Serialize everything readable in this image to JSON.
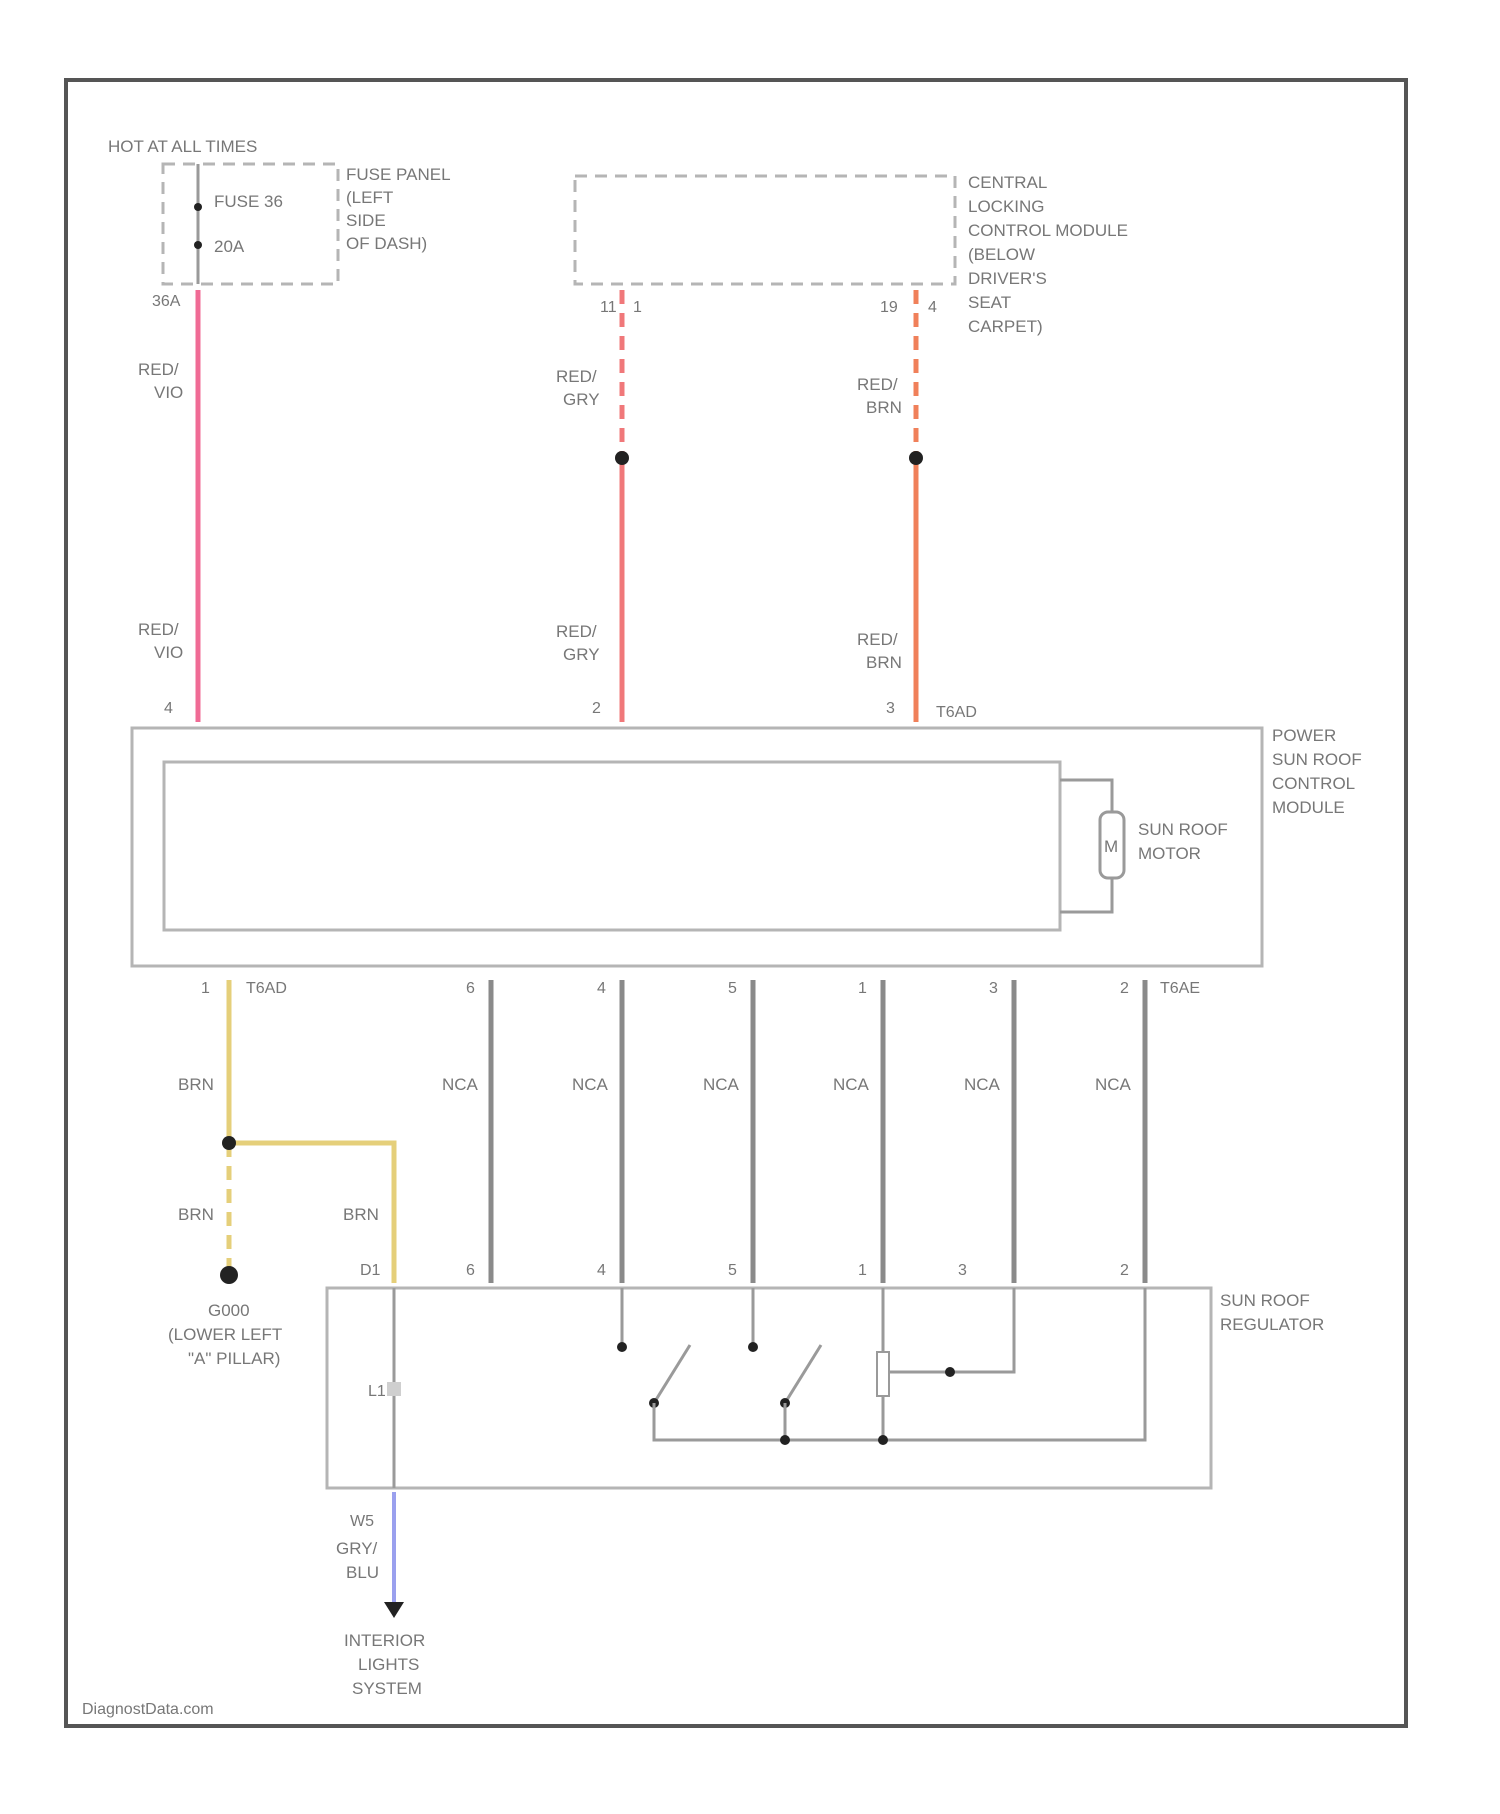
{
  "colors": {
    "red_vio": "#f06b95",
    "red_gry": "#f0787a",
    "red_brn": "#f0805a",
    "brn": "#e5cf7a",
    "gry_blu": "#9aa0ee",
    "nca": "#8a8a8a",
    "component_outline": "#b5b5b5",
    "frame": "#555555"
  },
  "fuse_panel": {
    "hot_label": "HOT AT ALL TIMES",
    "fuse_name": "FUSE 36",
    "fuse_rating": "20A",
    "panel_line1": "FUSE PANEL",
    "panel_line2": "(LEFT",
    "panel_line3": "SIDE",
    "panel_line4": "OF DASH)",
    "terminal": "36A"
  },
  "central_locking": {
    "line1": "CENTRAL",
    "line2": "LOCKING",
    "line3": "CONTROL MODULE",
    "line4": "(BELOW",
    "line5": "DRIVER'S",
    "line6": "SEAT",
    "line7": "CARPET)",
    "pin_a1": "11",
    "pin_a2": "1",
    "pin_b1": "19",
    "pin_b2": "4"
  },
  "wires_top": {
    "w1_upper_1": "RED/",
    "w1_upper_2": "VIO",
    "w1_lower_1": "RED/",
    "w1_lower_2": "VIO",
    "w2_upper_1": "RED/",
    "w2_upper_2": "GRY",
    "w2_lower_1": "RED/",
    "w2_lower_2": "GRY",
    "w3_upper_1": "RED/",
    "w3_upper_2": "BRN",
    "w3_lower_1": "RED/",
    "w3_lower_2": "BRN",
    "pin_w1": "4",
    "pin_w2": "2",
    "pin_w3": "3",
    "trans_top": "T6AD"
  },
  "control_module": {
    "line1": "POWER",
    "line2": "SUN ROOF",
    "line3": "CONTROL",
    "line4": "MODULE",
    "motor_symbol": "M",
    "motor_line1": "SUN ROOF",
    "motor_line2": "MOTOR"
  },
  "bottom_pins": {
    "brn_pin": "1",
    "trans_left": "T6AD",
    "trans_right": "T6AE",
    "pins": [
      "6",
      "4",
      "5",
      "1",
      "3",
      "2"
    ],
    "nca_label": "NCA"
  },
  "ground": {
    "brn_upper": "BRN",
    "brn_lower": "BRN",
    "brn_right": "BRN",
    "line1": "G000",
    "line2": "(LOWER LEFT",
    "line3": "\"A\" PILLAR)"
  },
  "regulator": {
    "line1": "SUN ROOF",
    "line2": "REGULATOR",
    "pin_left": "D1",
    "lamp_label": "L1",
    "bottom_terminal": "W5",
    "wire_1": "GRY/",
    "wire_2": "BLU"
  },
  "exterior_lights": {
    "line1": "INTERIOR",
    "line2": "LIGHTS",
    "line3": "SYSTEM"
  },
  "watermark": "DiagnostData.com"
}
